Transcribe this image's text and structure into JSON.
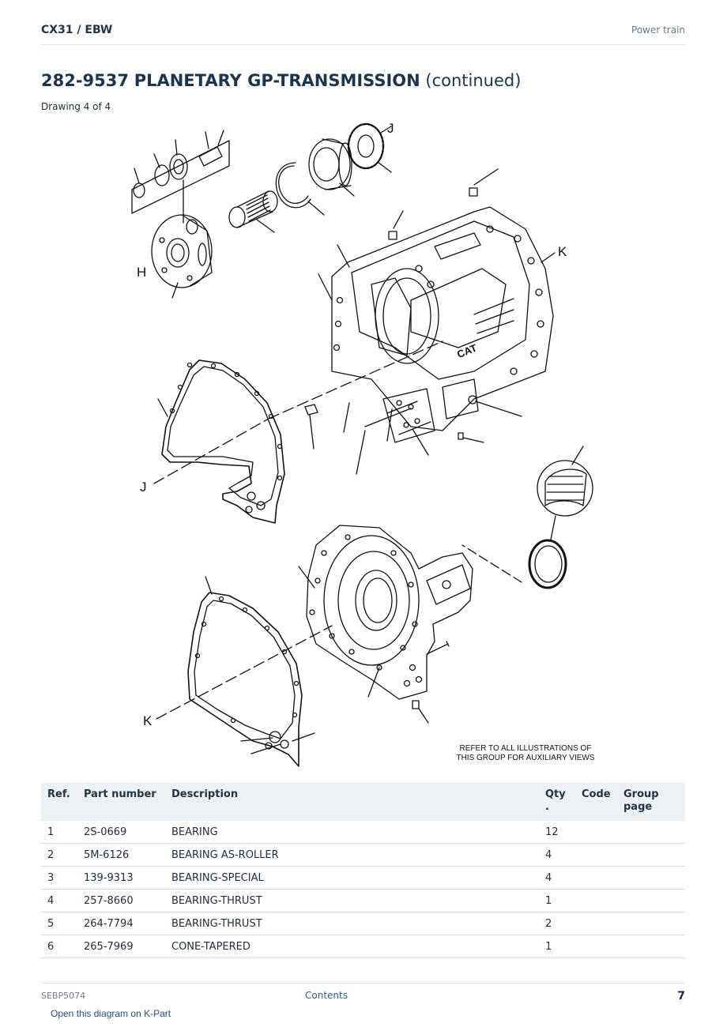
{
  "header": {
    "model": "CX31  /  EBW",
    "section": "Power train"
  },
  "title": {
    "part_number": "282-9537",
    "name": "PLANETARY GP-TRANSMISSION",
    "suffix": "(continued)"
  },
  "drawing_caption": "Drawing 4 of 4",
  "diagram": {
    "labels": {
      "j_top": "J",
      "k_right": "K",
      "h": "H",
      "j_left": "J",
      "k_left": "K"
    },
    "logo_text": "CAT",
    "note_line1": "REFER TO ALL ILLUSTRATIONS OF",
    "note_line2": "THIS GROUP FOR AUXILIARY VIEWS"
  },
  "table": {
    "columns": {
      "ref": "Ref.",
      "part_number": "Part number",
      "description": "Description",
      "qty": "Qty\n.",
      "code": "Code",
      "group_page": "Group page"
    },
    "rows": [
      {
        "ref": "1",
        "part_number": "2S-0669",
        "description": "BEARING",
        "qty": "12",
        "code": "",
        "group_page": ""
      },
      {
        "ref": "2",
        "part_number": "5M-6126",
        "description": "BEARING AS-ROLLER",
        "qty": "4",
        "code": "",
        "group_page": ""
      },
      {
        "ref": "3",
        "part_number": "139-9313",
        "description": "BEARING-SPECIAL",
        "qty": "4",
        "code": "",
        "group_page": ""
      },
      {
        "ref": "4",
        "part_number": "257-8660",
        "description": "BEARING-THRUST",
        "qty": "1",
        "code": "",
        "group_page": ""
      },
      {
        "ref": "5",
        "part_number": "264-7794",
        "description": "BEARING-THRUST",
        "qty": "2",
        "code": "",
        "group_page": ""
      },
      {
        "ref": "6",
        "part_number": "265-7969",
        "description": "CONE-TAPERED",
        "qty": "1",
        "code": "",
        "group_page": ""
      }
    ]
  },
  "footer": {
    "doc_code": "SEBP5074",
    "contents_link": "Contents",
    "page_number": "7"
  },
  "kpart_link": "Open this diagram on K-Part"
}
